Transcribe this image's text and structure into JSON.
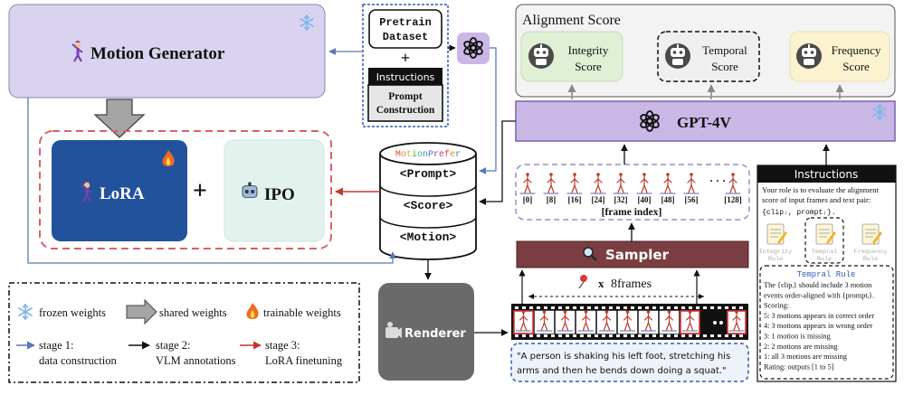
{
  "motion_generator": {
    "label": "Motion Generator"
  },
  "lora": {
    "label": "LoRA"
  },
  "ipo": {
    "label": "IPO"
  },
  "plus": "+",
  "dataset": {
    "line1": "Pretrain",
    "line2": "Dataset",
    "plus": "+",
    "instructions": "Instructions",
    "prompt1": "Prompt",
    "prompt2": "Construction"
  },
  "db": {
    "title": "MotionPrefer",
    "rows": [
      "<Prompt>",
      "<Score>",
      "<Motion>"
    ]
  },
  "renderer": {
    "label": "Renderer"
  },
  "legend": {
    "frozen": "frozen weights",
    "shared": "shared weights",
    "trainable": "trainable weights",
    "stage1": [
      "stage 1:",
      "data construction"
    ],
    "stage2": [
      "stage 2:",
      "VLM annotations"
    ],
    "stage3": [
      "stage 3:",
      "LoRA finetuning"
    ]
  },
  "alignment": {
    "title": "Alignment Score",
    "integrity": [
      "Integrity",
      "Score"
    ],
    "temporal": [
      "Temporal",
      "Score"
    ],
    "frequency": [
      "Frequency",
      "Score"
    ]
  },
  "gpt": {
    "label": "GPT-4V"
  },
  "frames": {
    "indices": [
      "[0]",
      "[8]",
      "[16]",
      "[24]",
      "[32]",
      "[40]",
      "[48]",
      "[56]",
      "[128]"
    ],
    "ellipsis": "· · ·",
    "caption": "[frame index]"
  },
  "sampler": {
    "label": "Sampler",
    "count_prefix": "x",
    "count": "8frames"
  },
  "caption": {
    "line1": "\"A person is shaking his left foot, stretching his",
    "line2": "arms and then he bends down doing a squat.\""
  },
  "instructions": {
    "title": "Instructions",
    "intro": [
      "Your role is to evaluate the alignment",
      "score of input frames and text pair:",
      "{clipᵢ, promptᵢ}."
    ],
    "rules": [
      [
        "Integrity",
        "Rule"
      ],
      [
        "Tempral",
        "Rule"
      ],
      [
        "Frequency",
        "Rule"
      ]
    ],
    "rule_title": "Tempral Rule",
    "rule_lines": [
      "The {clipᵢ} should include 3 motion",
      "events order-aligned with {promptᵢ}.",
      "Scoring:",
      "5: 3 motions appears in correct order",
      "4: 3 motions appears in wrong order",
      "3: 1 motion is missing",
      "2: 2 motions are missing",
      "1: all 3 motions are missing",
      "Rating: outputs [1 to 5]"
    ]
  },
  "colors": {
    "lavender": "#d9d3ef",
    "lora_blue": "#22529c",
    "ipo_mint": "#e2f3ee",
    "gpt_purple": "#c9b8e6",
    "sampler_brown": "#7a3e42",
    "renderer_gray": "#6a6a6a",
    "integrity_green": "#dff0d5",
    "frequency_yellow": "#fbf2cf",
    "stage1_blue": "#5b78b8",
    "stage3_red": "#c5352f"
  }
}
